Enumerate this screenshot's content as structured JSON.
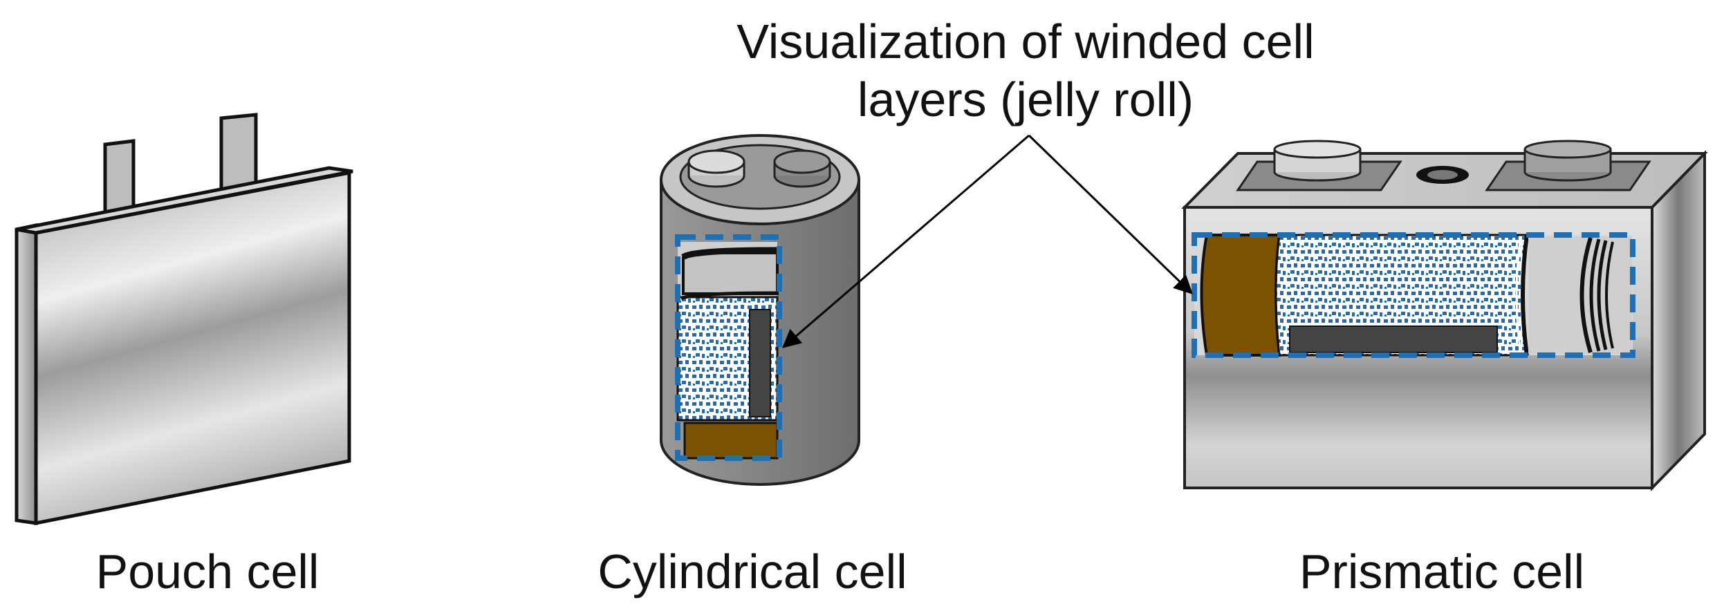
{
  "annotation": {
    "line1": "Visualization of winded cell",
    "line2": "layers (jelly roll)"
  },
  "labels": {
    "pouch": "Pouch cell",
    "cylindrical": "Cylindrical cell",
    "prismatic": "Prismatic cell"
  },
  "colors": {
    "background": "#ffffff",
    "casing_light": "#d0d0d0",
    "casing_dark": "#8a8a8a",
    "highlight_border": "#1f6fb2",
    "separator_pattern": "#2a6aa6",
    "anode_brown": "#7a5200",
    "tab_dark": "#444444"
  }
}
